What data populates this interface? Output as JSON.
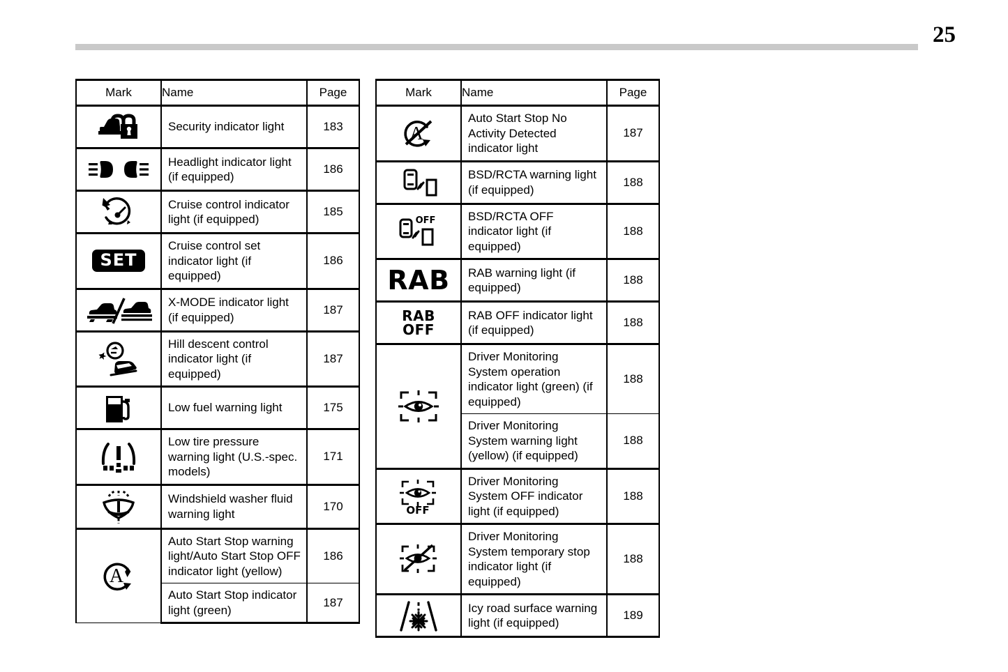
{
  "page": {
    "number": "25",
    "rule_color": "#c9c9c9"
  },
  "tables": {
    "headers": {
      "mark": "Mark",
      "name": "Name",
      "page": "Page"
    },
    "left": {
      "rows": [
        {
          "icon": "security-indicator-icon",
          "name": "Security indicator light",
          "page": "183"
        },
        {
          "icon": "headlight-indicator-icon",
          "name": "Headlight indicator light (if equipped)",
          "page": "186"
        },
        {
          "icon": "cruise-control-indicator-icon",
          "name": "Cruise control indicator light (if equipped)",
          "page": "185"
        },
        {
          "icon": "cruise-control-set-icon",
          "name": "Cruise control set indicator light (if equipped)",
          "page": "186"
        },
        {
          "icon": "x-mode-indicator-icon",
          "name": "X-MODE indicator light (if equipped)",
          "page": "187"
        },
        {
          "icon": "hill-descent-control-icon",
          "name": "Hill descent control indicator light (if equipped)",
          "page": "187"
        },
        {
          "icon": "low-fuel-warning-icon",
          "name": "Low fuel warning light",
          "page": "175"
        },
        {
          "icon": "low-tire-pressure-warning-icon",
          "name": "Low tire pressure warning light (U.S.-spec. models)",
          "page": "171"
        },
        {
          "icon": "windshield-washer-fluid-icon",
          "name": "Windshield washer fluid warning light",
          "page": "170"
        },
        {
          "icon": "auto-start-stop-icon",
          "name": "Auto Start Stop warning light/Auto Start Stop OFF indicator light (yellow)",
          "page": "186",
          "rowspan_icon": 2
        },
        {
          "icon": null,
          "name": "Auto Start Stop indicator light (green)",
          "page": "187"
        }
      ]
    },
    "right": {
      "rows": [
        {
          "icon": "auto-start-stop-no-activity-icon",
          "name": "Auto Start Stop No Activity Detected indicator light",
          "page": "187"
        },
        {
          "icon": "bsd-rcta-warning-icon",
          "name": "BSD/RCTA warning light (if equipped)",
          "page": "188"
        },
        {
          "icon": "bsd-rcta-off-icon",
          "name": "BSD/RCTA OFF indicator light (if equipped)",
          "page": "188"
        },
        {
          "icon": "rab-warning-icon",
          "name": "RAB warning light (if equipped)",
          "page": "188",
          "icon_text": "RAB"
        },
        {
          "icon": "rab-off-icon",
          "name": "RAB OFF indicator light (if equipped)",
          "page": "188",
          "icon_text": "RAB\nOFF"
        },
        {
          "icon": "driver-monitoring-eye-icon",
          "name": "Driver Monitoring System operation indicator light (green) (if equipped)",
          "page": "188",
          "rowspan_icon": 2
        },
        {
          "icon": null,
          "name": "Driver Monitoring System warning light (yellow) (if equipped)",
          "page": "188"
        },
        {
          "icon": "driver-monitoring-off-icon",
          "name": "Driver Monitoring System OFF indicator light (if equipped)",
          "page": "188"
        },
        {
          "icon": "driver-monitoring-temp-stop-icon",
          "name": "Driver Monitoring System temporary stop indicator light (if equipped)",
          "page": "188"
        },
        {
          "icon": "icy-road-surface-warning-icon",
          "name": "Icy road surface warning light (if equipped)",
          "page": "189"
        }
      ]
    }
  },
  "icon_text": {
    "set": "SET",
    "rab": "RAB",
    "rab_line1": "RAB",
    "rab_line2": "OFF",
    "off": "OFF"
  }
}
